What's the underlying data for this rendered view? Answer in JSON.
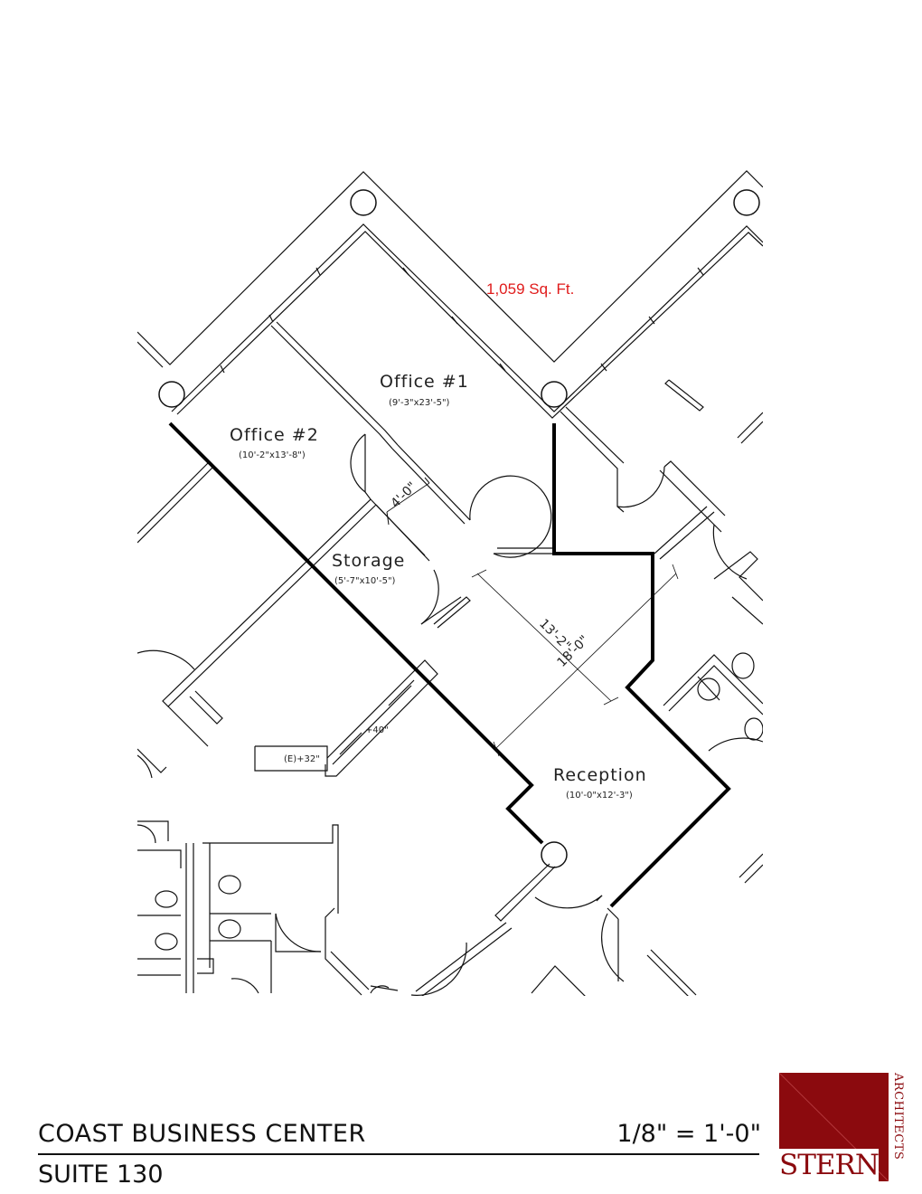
{
  "plan": {
    "area_label": "1,059 Sq. Ft.",
    "rooms": [
      {
        "name": "Office  #1",
        "size": "(9'-3\"x23'-5\")"
      },
      {
        "name": "Office  #2",
        "size": "(10'-2\"x13'-8\")"
      },
      {
        "name": "Storage",
        "size": "(5'-7\"x10'-5\")"
      },
      {
        "name": "Reception",
        "size": "(10'-0\"x12'-3\")"
      }
    ],
    "dimensions": [
      "4'-0\"",
      "13'-2\"",
      "18'-0\""
    ],
    "notes": [
      "+40\"",
      "(E)+32\""
    ]
  },
  "title_block": {
    "project": "COAST BUSINESS CENTER",
    "suite": "SUITE 130",
    "scale": "1/8\" = 1'-0\""
  },
  "logo": {
    "name": "STERN",
    "tagline": "ARCHITECTS",
    "color": "#8b0a0e"
  }
}
